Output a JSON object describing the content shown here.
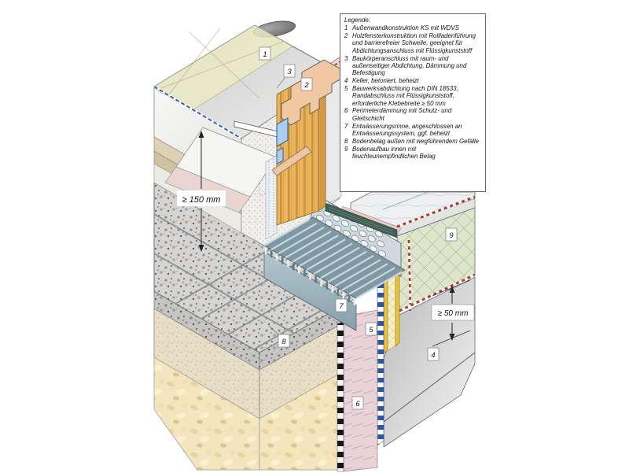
{
  "legend": {
    "title": "Legende:",
    "items": [
      {
        "num": "1",
        "text": "Außenwandkonstruktion KS mit WDVS"
      },
      {
        "num": "2",
        "text": "Holzfensterkonstruktion mit Rollladenführung und barrierefreier Schwelle, geeignet für Abdichtungsanschluss mit Flüssigkunststoff"
      },
      {
        "num": "3",
        "text": "Baukörperanschluss mit raum- und außenseitiger Abdichtung, Dämmung und Befestigung"
      },
      {
        "num": "4",
        "text": "Keller, betoniert, beheizt"
      },
      {
        "num": "5",
        "text": "Bauwerksabdichtung nach DIN 18533, Randabschluss mit Flüssigkunststoff, erforderliche Klebebreite ≥ 50 mm"
      },
      {
        "num": "6",
        "text": "Perimeterdämmung mit Schutz- und Gleitschicht"
      },
      {
        "num": "7",
        "text": "Entwässerungsrinne, angeschlossen an Entwässerungssystem, ggf. beheizt"
      },
      {
        "num": "8",
        "text": "Bodenbelag außen mit wegführendem Gefälle"
      },
      {
        "num": "9",
        "text": "Bodenaufbau innen mit feuchteunempfindlichen Belag"
      }
    ]
  },
  "callouts": {
    "c1": "1",
    "c2": "2",
    "c3": "3",
    "c4": "4",
    "c5": "5",
    "c6": "6",
    "c7": "7",
    "c8": "8",
    "c9": "9"
  },
  "dimensions": {
    "height_above_pavement": "≥ 150 mm",
    "adhesive_width": "≥ 50 mm"
  },
  "colors": {
    "granite_paver": "#d5d4d2",
    "bedding_beige": "#e8dec7",
    "soil_tan": "#f3e5bd",
    "wdvs_insulation": "#ecebc4",
    "window_wood": "#eab55f",
    "frame_cut_profile": "#f2c8a2",
    "glazing_seal_blue": "#abceee",
    "channel_bluegray": "#8fa6b1",
    "perimeter_insulation_pink": "#e9d3d9",
    "membrane_blue": "#2a56a8",
    "interior_insulation_green": "#dde5cc",
    "marble_floor": "#eef0f2",
    "basement_concrete": "#d6d6d6",
    "liquid_plastic_seal_red": "#b03a2e"
  }
}
